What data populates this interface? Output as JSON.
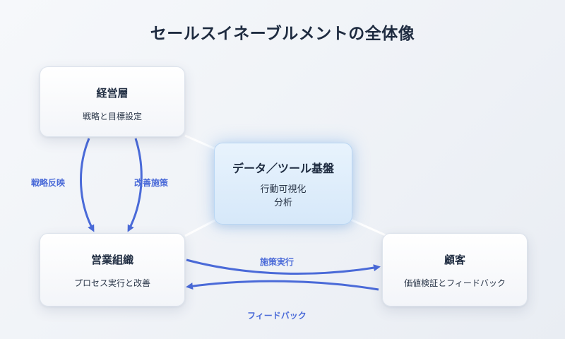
{
  "title": "セールスイネーブルメントの全体像",
  "nodes": {
    "management": {
      "title": "経営層",
      "subtitle": "戦略と目標設定"
    },
    "sales": {
      "title": "営業組織",
      "subtitle": "プロセス実行と改善"
    },
    "customer": {
      "title": "顧客",
      "subtitle": "価値検証とフィードバック"
    },
    "data": {
      "title": "データ／ツール基盤",
      "subtitle_line1": "行動可視化",
      "subtitle_line2": "分析"
    }
  },
  "edges": {
    "strategy_reflection": "戦略反映",
    "improvement_measures": "改善施策",
    "measure_execution": "施策実行",
    "feedback": "フィードバック"
  },
  "colors": {
    "arrow": "#4a6ad8",
    "title": "#1e2b40",
    "data_node_glow": "#6eaaeb"
  }
}
